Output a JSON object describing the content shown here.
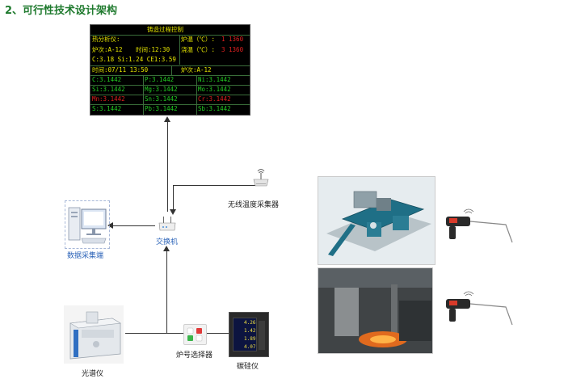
{
  "heading": "2、可行性技术设计架构",
  "board": {
    "title": "铸造过程控制",
    "row1_left": "热分析仪:",
    "row1_right_label": "炉温（℃）:",
    "row1_right_value": "1 1360",
    "row2_left_a": "炉次:A-12",
    "row2_left_b": "时间:12:30",
    "row2_right_label": "浇温（℃）:",
    "row2_right_value": "3 1360",
    "row3": "C:3.18 Si:1.24 CE1:3.59",
    "row4_time": "时间:07/11 13:50",
    "row4_heat": "炉次:A-12",
    "grid": [
      [
        "C:3.1442",
        "P:3.1442",
        "Ni:3.1442"
      ],
      [
        "Si:3.1442",
        "Mg:3.1442",
        "Mo:3.1442"
      ],
      [
        "Mn:3.1442",
        "Sn:3.1442",
        "Cr:3.1442"
      ],
      [
        "S:3.1442",
        "Pb:3.1442",
        "Sb:3.1442"
      ]
    ]
  },
  "labels": {
    "wireless": "无线温度采集器",
    "switch": "交换机",
    "collector": "数据采集端",
    "spectrometer": "光谱仪",
    "selector": "炉号选择器",
    "carbon_silicon": "碳硅仪"
  },
  "meter": {
    "v1": "4.26",
    "v2": "1.42",
    "v3": "1.89",
    "v4": "4.07"
  },
  "colors": {
    "heading": "#1f7a2e",
    "board_bg": "#000000",
    "board_yellow": "#e6e600",
    "board_green": "#22cc22",
    "board_red": "#e02020",
    "blue_label": "#2b63b8"
  }
}
